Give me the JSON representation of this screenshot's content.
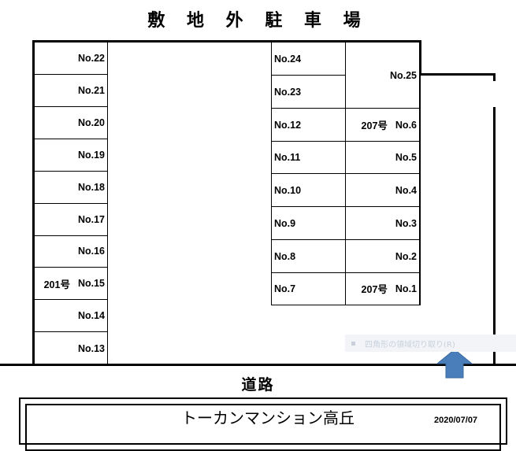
{
  "title": "敷 地 外 駐 車 場",
  "road_label": "道路",
  "building": {
    "name": "トーカンマンション高丘",
    "date": "2020/07/07"
  },
  "overlay_text": "四角形の領域切り取り(R)",
  "left_column": [
    {
      "no": "No.22",
      "prefix": ""
    },
    {
      "no": "No.21",
      "prefix": ""
    },
    {
      "no": "No.20",
      "prefix": ""
    },
    {
      "no": "No.19",
      "prefix": ""
    },
    {
      "no": "No.18",
      "prefix": ""
    },
    {
      "no": "No.17",
      "prefix": ""
    },
    {
      "no": "No.16",
      "prefix": ""
    },
    {
      "no": "No.15",
      "prefix": "201号"
    },
    {
      "no": "No.14",
      "prefix": ""
    },
    {
      "no": "No.13",
      "prefix": ""
    }
  ],
  "middle_column": [
    {
      "no": "No.24"
    },
    {
      "no": "No.23"
    },
    {
      "no": "No.12"
    },
    {
      "no": "No.11"
    },
    {
      "no": "No.10"
    },
    {
      "no": "No.9"
    },
    {
      "no": "No.8"
    },
    {
      "no": "No.7"
    }
  ],
  "right_column": [
    {
      "no": "No.25",
      "prefix": ""
    },
    {
      "no": "No.6",
      "prefix": "207号"
    },
    {
      "no": "No.5",
      "prefix": ""
    },
    {
      "no": "No.4",
      "prefix": ""
    },
    {
      "no": "No.3",
      "prefix": ""
    },
    {
      "no": "No.2",
      "prefix": ""
    },
    {
      "no": "No.1",
      "prefix": "207号"
    }
  ],
  "colors": {
    "entrance_arrow": "#4a7ebb",
    "overlay_bg": "#f2f4f8"
  }
}
